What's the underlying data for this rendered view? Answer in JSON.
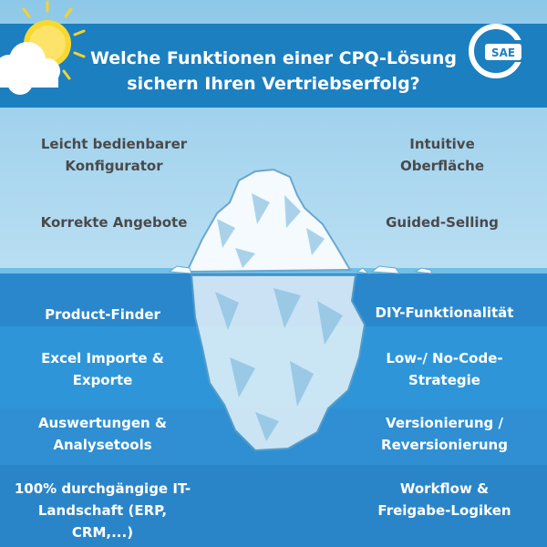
{
  "header": {
    "title_line1": "Welche Funktionen einer CPQ-Lösung",
    "title_line2": "sichern Ihren Vertriebserfolg?"
  },
  "logo": {
    "text": "SAE",
    "icon": "sae-logo-icon"
  },
  "colors": {
    "banner": "#1c7fc0",
    "sky": "#a9d6ef",
    "water_1": "#2a87cc",
    "water_2": "#2e96d8",
    "water_3": "#2f8fd2",
    "water_4": "#2a85c8",
    "above_text": "#4a4a4a",
    "below_text": "#ffffff"
  },
  "above_water": {
    "left": [
      {
        "line1": "Leicht bedienbarer",
        "line2": "Konfigurator"
      },
      {
        "line1": "Korrekte Angebote",
        "line2": ""
      }
    ],
    "right": [
      {
        "line1": "Intuitive",
        "line2": "Oberfläche"
      },
      {
        "line1": "Guided-Selling",
        "line2": ""
      }
    ]
  },
  "below_water": {
    "left": [
      {
        "line1": "Product-Finder",
        "line2": ""
      },
      {
        "line1": "Excel Importe &",
        "line2": "Exporte"
      },
      {
        "line1": "Auswertungen &",
        "line2": "Analysetools"
      },
      {
        "line1": "100% durchgängige IT-",
        "line2": "Landschaft (ERP, CRM,...)"
      }
    ],
    "right": [
      {
        "line1": "DIY-Funktionalität",
        "line2": ""
      },
      {
        "line1": "Low-/ No-Code-",
        "line2": "Strategie"
      },
      {
        "line1": "Versionierung /",
        "line2": "Reversionierung"
      },
      {
        "line1": "Workflow &",
        "line2": "Freigabe-Logiken"
      }
    ]
  },
  "illustration": {
    "icon": "iceberg-icon",
    "decor": "sun-icon"
  }
}
